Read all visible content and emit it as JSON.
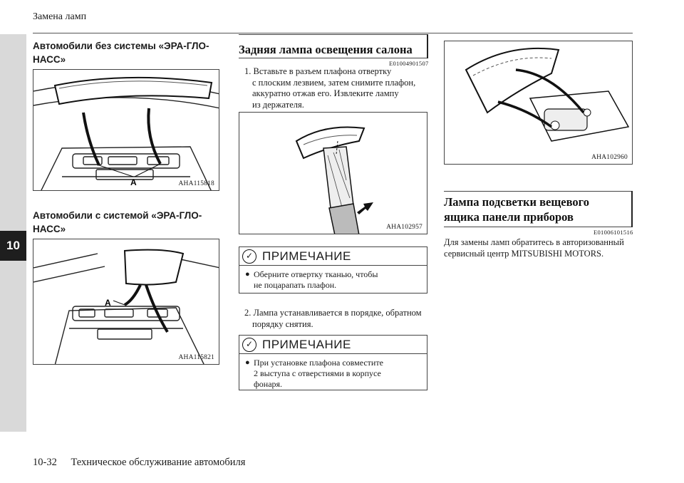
{
  "header": {
    "running_title": "Замена ламп"
  },
  "chapter_tab": "10",
  "footer": {
    "page_number": "10-32",
    "section_name": "Техническое обслуживание автомобиля"
  },
  "left_column": {
    "subheading_1": [
      "Автомобили без системы «ЭРА-ГЛО-",
      "НАСС»"
    ],
    "figure_1": {
      "code": "AHA115818",
      "label": "A"
    },
    "subheading_2": [
      "Автомобили с системой «ЭРА-ГЛО-",
      "НАСС»"
    ],
    "figure_2": {
      "code": "AHA115821",
      "label": "A"
    }
  },
  "middle_column": {
    "section_title": "Задняя лампа освещения салона",
    "section_code": "E01004901507",
    "step_1": [
      "1. Вставьте в разъем плафона отвертку",
      "с плоским лезвием, затем снимите плафон,",
      "аккуратно отжав его. Извлеките лампу",
      "из держателя."
    ],
    "figure_3": {
      "code": "AHA102957"
    },
    "note_1": {
      "icon": "✓",
      "title": "ПРИМЕЧАНИЕ",
      "bullet": "●",
      "lines": [
        "Оберните отвертку тканью, чтобы",
        "не поцарапать плафон."
      ]
    },
    "step_2": [
      "2. Лампа устанавливается в порядке, обратном",
      "порядку снятия."
    ],
    "note_2": {
      "icon": "✓",
      "title": "ПРИМЕЧАНИЕ",
      "bullet": "●",
      "lines": [
        "При установке плафона совместите",
        "2 выступа с отверстиями в корпусе",
        "фонаря."
      ]
    }
  },
  "right_column": {
    "figure_4": {
      "code": "AHA102960"
    },
    "section_title": [
      "Лампа подсветки вещевого",
      "ящика панели приборов"
    ],
    "section_code": "E01006101516",
    "body": [
      "Для замены ламп обратитесь в авторизованный",
      "сервисный центр MITSUBISHI MOTORS."
    ]
  }
}
